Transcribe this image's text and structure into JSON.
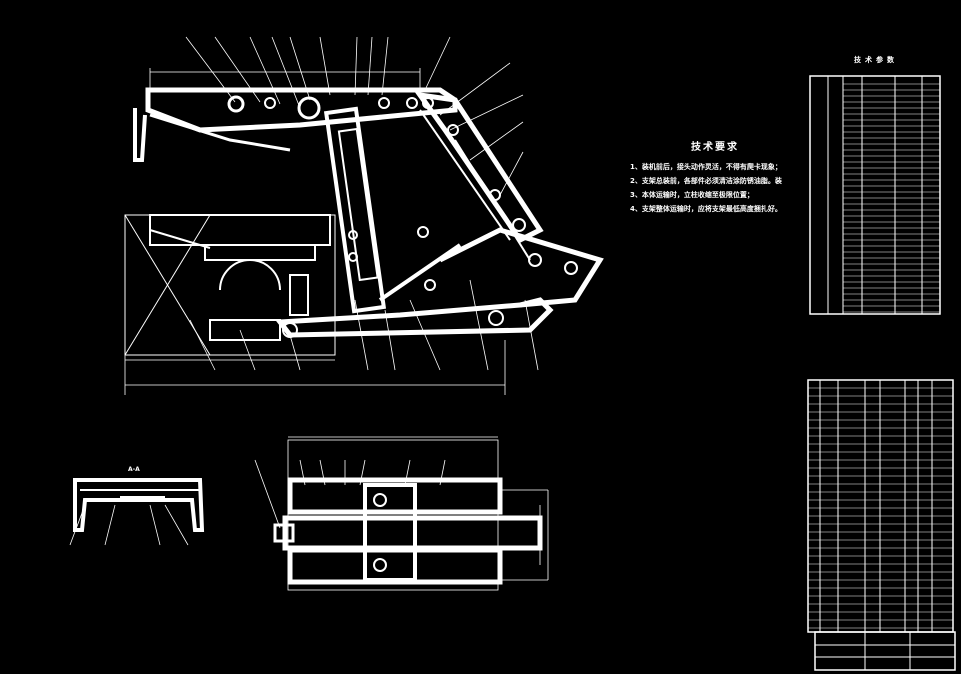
{
  "drawing": {
    "technical_requirements": {
      "title": "技术要求",
      "items": [
        "1、装机前后，接头动作灵活，不得有爬卡现象；",
        "2、支架总装前，各部件必须清洁涂防锈油脂。装",
        "3、本体运输时，立柱收缩至极限位置；",
        "4、支架整体运输时，应将支架最低高度捆扎好。"
      ]
    },
    "parameters_table_title": "技术参数",
    "section_label": "A-A",
    "colors": {
      "background": "#000000",
      "line": "#ffffff"
    }
  }
}
